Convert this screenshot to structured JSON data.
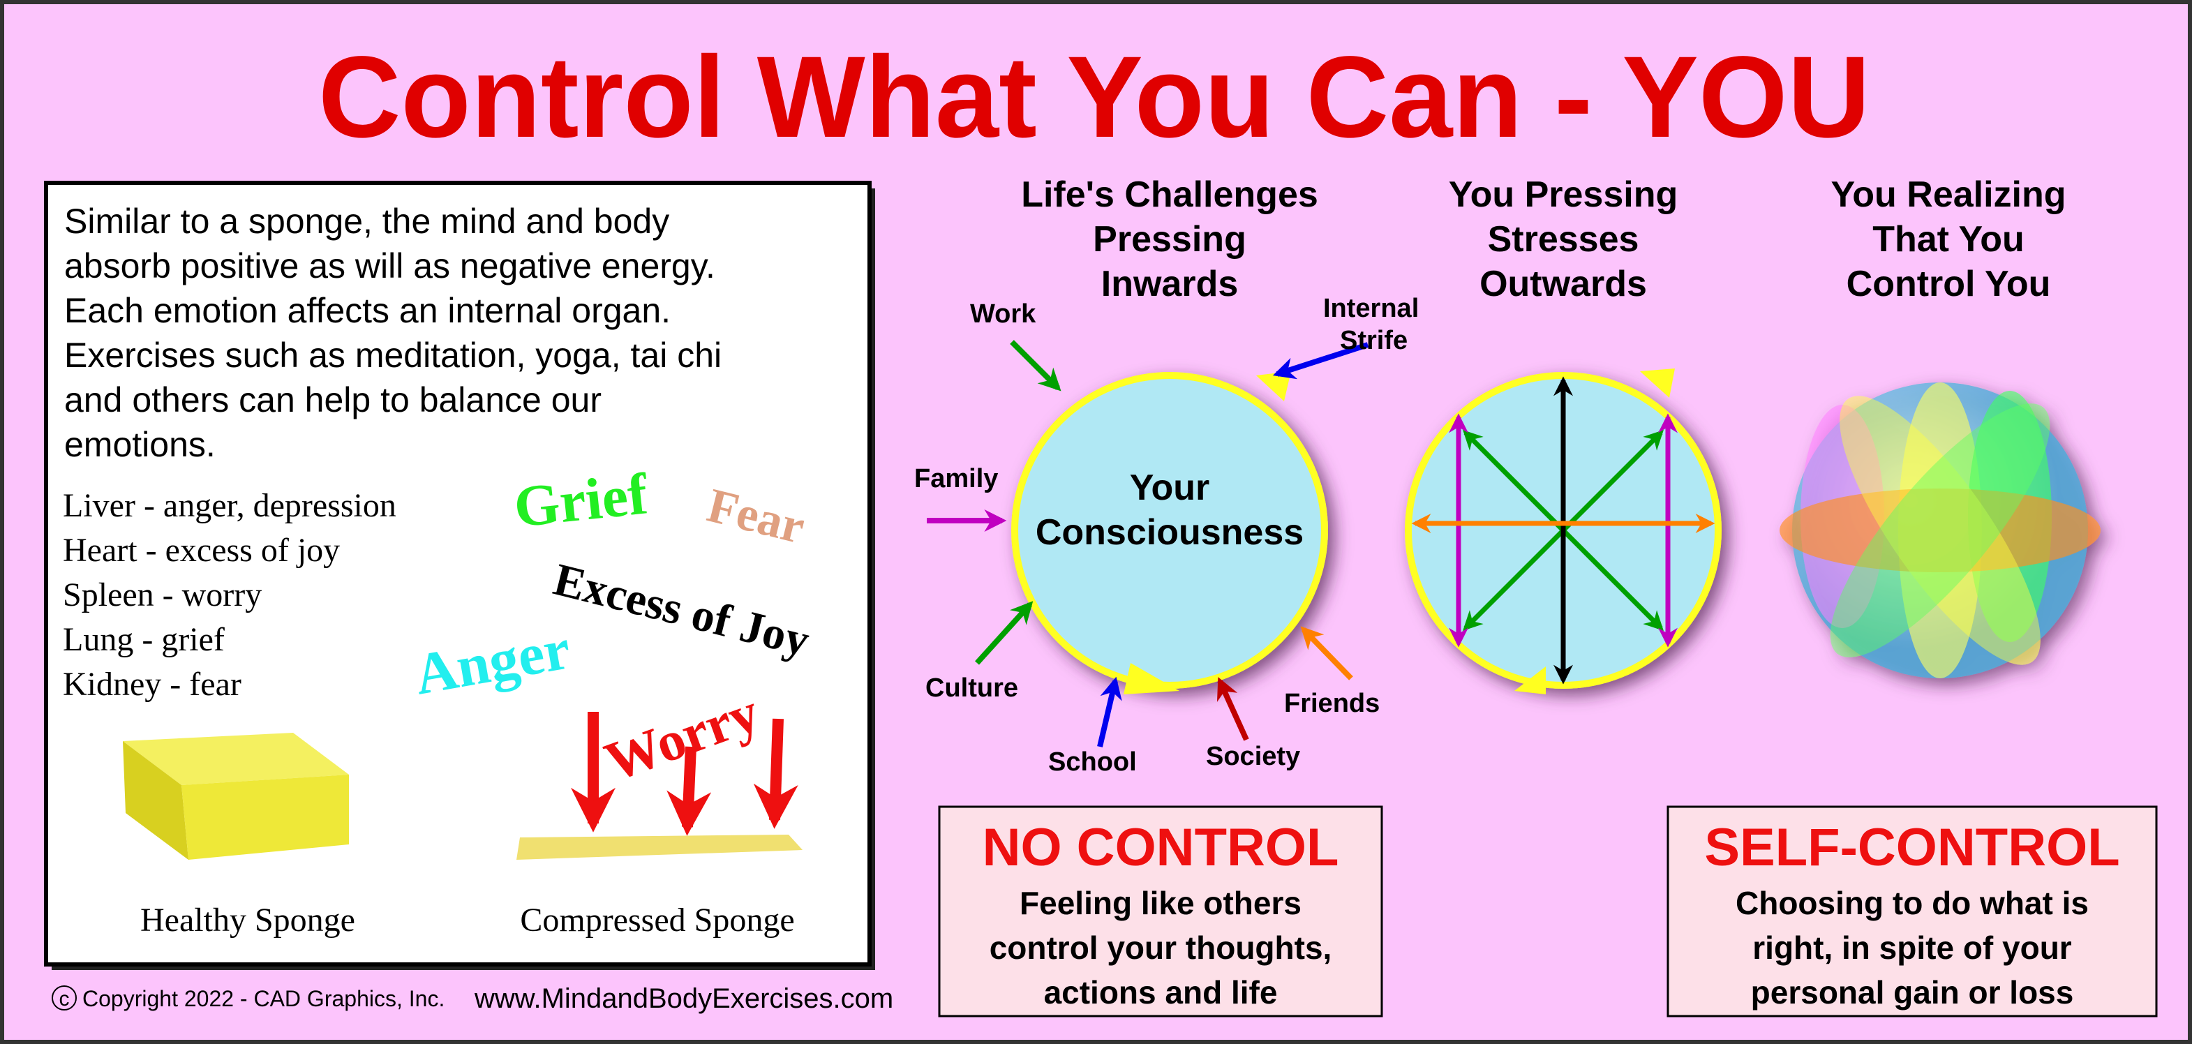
{
  "title": "Control What You Can - YOU",
  "intro_lines": [
    "Similar to a sponge, the mind and body",
    "absorb positive as will as negative energy.",
    "Each emotion affects an internal organ.",
    "Exercises such as meditation, yoga, tai chi",
    "and others can help to balance our",
    "emotions."
  ],
  "organs": [
    "Liver - anger, depression",
    "Heart - excess of joy",
    "Spleen - worry",
    "Lung - grief",
    "Kidney - fear"
  ],
  "emotions": {
    "grief": "Grief",
    "fear": "Fear",
    "joy": "Excess of Joy",
    "anger": "Anger",
    "worry": "Worry"
  },
  "captions": {
    "healthy": "Healthy Sponge",
    "compressed": "Compressed Sponge"
  },
  "copyright": {
    "symbol": "c",
    "text": "Copyright 2022 - CAD Graphics, Inc.",
    "url": "www.MindandBodyExercises.com"
  },
  "panels": [
    {
      "heading": [
        "Life's Challenges",
        "Pressing",
        "Inwards"
      ]
    },
    {
      "heading": [
        "You Pressing",
        "Stresses",
        "Outwards"
      ]
    },
    {
      "heading": [
        "You Realizing",
        "That You",
        "Control You"
      ]
    }
  ],
  "consciousness": [
    "Your",
    "Consciousness"
  ],
  "influences": {
    "work": "Work",
    "internal": "Internal",
    "strife": "Strife",
    "family": "Family",
    "culture": "Culture",
    "school": "School",
    "society": "Society",
    "friends": "Friends"
  },
  "no_control": {
    "title": "NO CONTROL",
    "lines": [
      "Feeling like others",
      "control your thoughts,",
      "actions and life"
    ]
  },
  "self_control": {
    "title": "SELF-CONTROL",
    "lines": [
      "Choosing to do what is",
      "right, in spite of your",
      "personal gain or loss"
    ]
  },
  "colors": {
    "background": "#fcc4fc",
    "title": "#e00000",
    "circle_fill": "#b0e8f4",
    "ring": "#ffff20"
  }
}
